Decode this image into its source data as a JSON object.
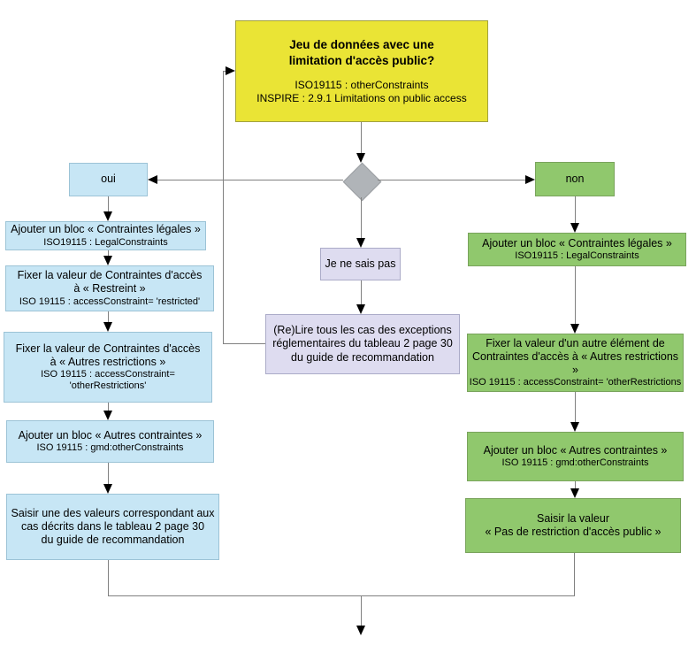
{
  "diagram": {
    "question": {
      "title": "Jeu de données avec une\nlimitation d'accès public?",
      "subtitle": "ISO19115 : otherConstraints\nINSPIRE : 2.9.1 Limitations on public access"
    },
    "decision": {
      "yes_label": "oui",
      "no_label": "non",
      "unsure_label": "Je ne sais pas"
    },
    "yes_branch": [
      {
        "text": "Ajouter un bloc « Contraintes légales »",
        "code": "ISO19115 : LegalConstraints"
      },
      {
        "text": "Fixer la valeur de Contraintes d'accès\nà « Restreint »",
        "code": "ISO 19115 : accessConstraint= 'restricted'"
      },
      {
        "text": "Fixer la valeur de Contraintes d'accès\nà « Autres restrictions »",
        "code": "ISO 19115 : accessConstraint= 'otherRestrictions'"
      },
      {
        "text": "Ajouter un bloc « Autres contraintes »",
        "code": "ISO 19115 : gmd:otherConstraints"
      },
      {
        "text": "Saisir une des valeurs correspondant aux\ncas décrits dans le tableau 2 page 30\ndu guide de recommandation"
      }
    ],
    "unsure_branch": [
      {
        "text": "(Re)Lire tous les cas des exceptions\nréglementaires du tableau 2 page 30\ndu guide de recommandation"
      }
    ],
    "no_branch": [
      {
        "text": "Ajouter un bloc « Contraintes légales »",
        "code": "ISO19115 : LegalConstraints"
      },
      {
        "text": "Fixer la valeur d'un autre élément de\nContraintes  d'accès à « Autres restrictions »",
        "code": "ISO 19115 : accessConstraint= 'otherRestrictions"
      },
      {
        "text": "Ajouter un bloc « Autres contraintes »",
        "code": "ISO 19115 : gmd:otherConstraints"
      },
      {
        "text": "Saisir la valeur\n« Pas de restriction d'accès public »"
      }
    ]
  },
  "colors": {
    "question-fill": "#eae435",
    "question-border": "#a2a23e",
    "yes-fill": "#c7e6f5",
    "yes-border": "#9cc3d6",
    "no-fill": "#90c86d",
    "no-border": "#79a35c",
    "unsure-fill": "#dedcf0",
    "unsure-border": "#ababc8",
    "decision-fill": "#b0b4b8",
    "decision-border": "#999da1",
    "connector": "#808080",
    "arrow": "#000000"
  }
}
